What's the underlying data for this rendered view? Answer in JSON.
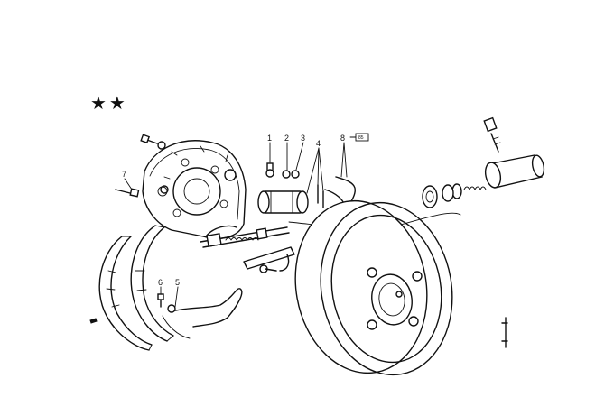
{
  "diagram": {
    "marker": "★★",
    "callouts": [
      {
        "id": "c1",
        "text": "1"
      },
      {
        "id": "c2",
        "text": "2"
      },
      {
        "id": "c3",
        "text": "3"
      },
      {
        "id": "c4",
        "text": "4"
      },
      {
        "id": "c5",
        "text": "5"
      },
      {
        "id": "c6",
        "text": "6"
      },
      {
        "id": "c7",
        "text": "7"
      },
      {
        "id": "c8",
        "text": "8"
      }
    ],
    "ref_box": "85"
  }
}
